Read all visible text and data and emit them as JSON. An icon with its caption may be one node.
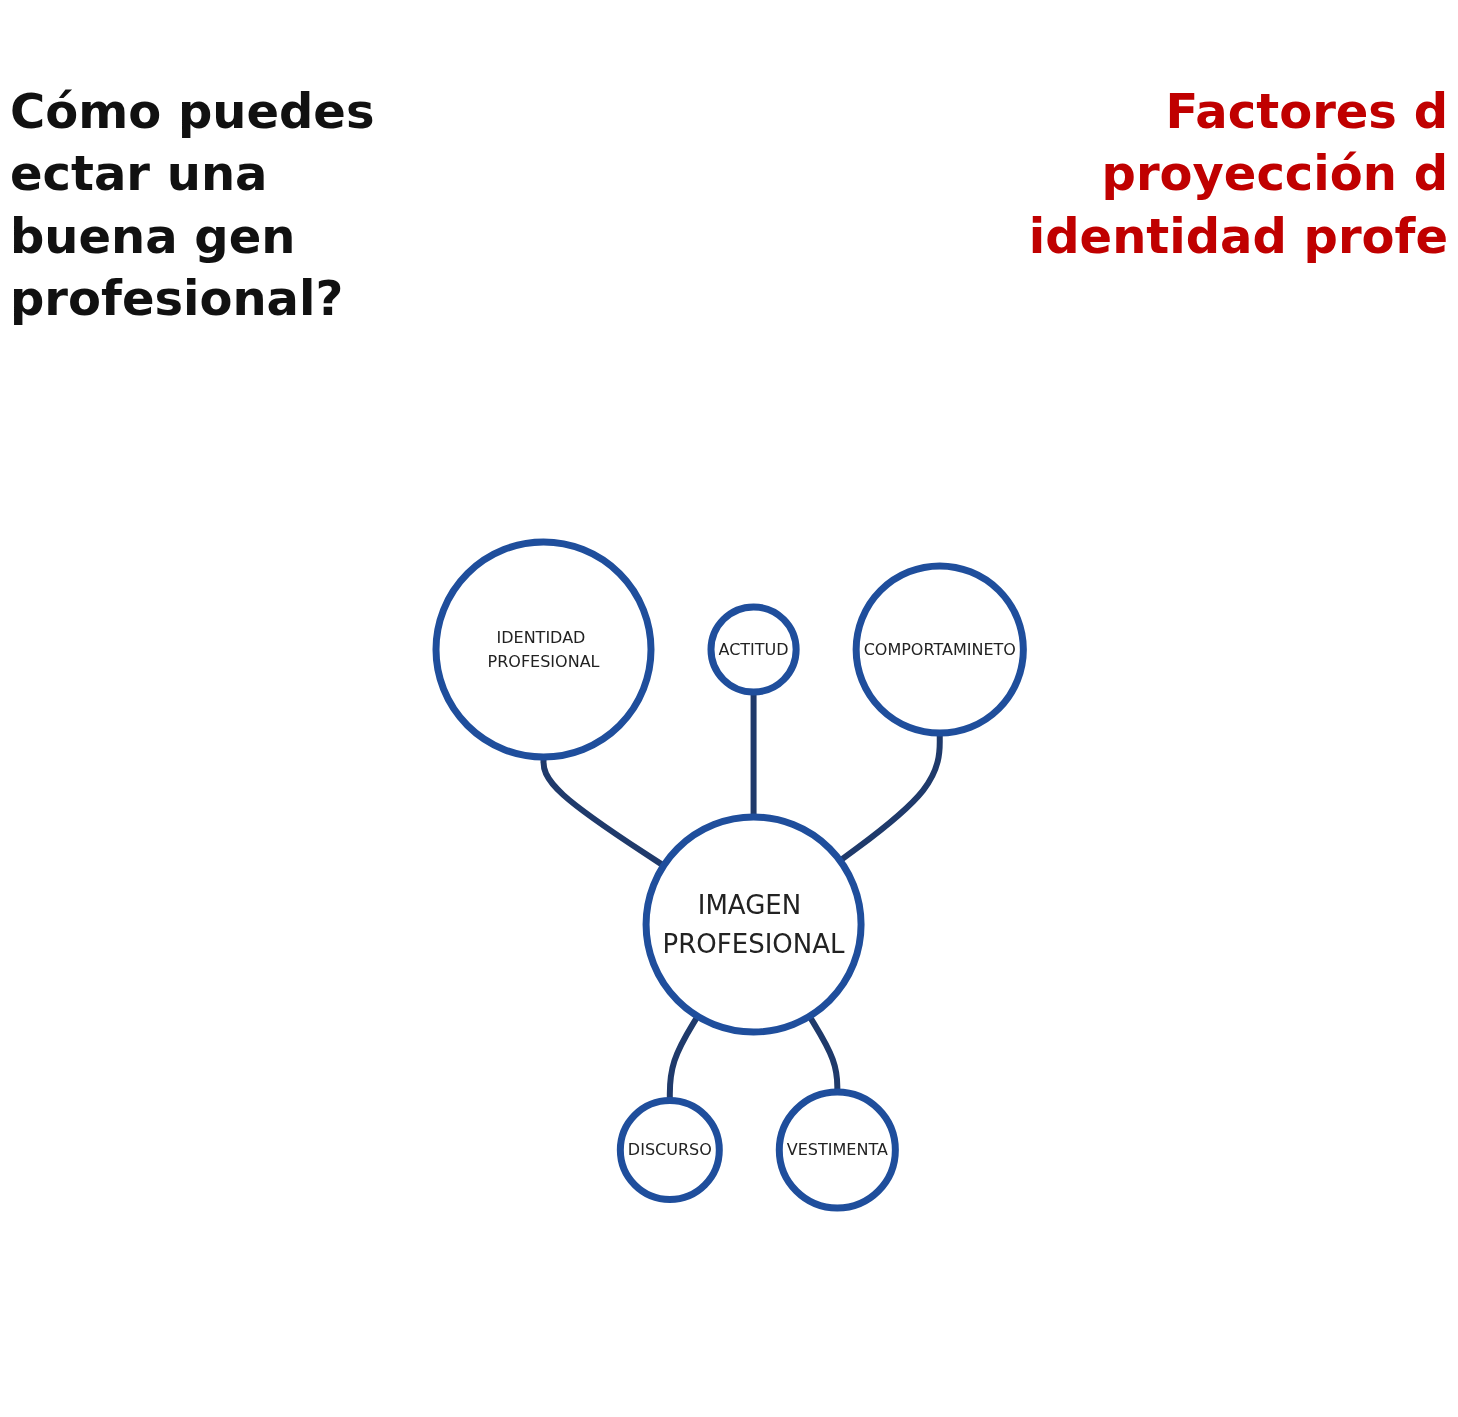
{
  "diagram": {
    "nodes": [
      {
        "text": [
          "IDENTIDAD PROFESIONAL"
        ]
      },
      {
        "text": [
          "ACTITUD"
        ]
      },
      {
        "text": [
          "COMPORTAMINETO"
        ]
      },
      {
        "text": [
          "IMAGEN PROFESIONAL"
        ]
      },
      {
        "text": [
          "DISCURSO"
        ]
      },
      {
        "text": [
          "VESTIMENTA"
        ]
      }
    ],
    "edges": [
      {
        "from": 0,
        "to": 3,
        "arrow": "none"
      },
      {
        "from": 1,
        "to": 3,
        "arrow": "none"
      },
      {
        "from": 2,
        "to": 3,
        "arrow": "none"
      },
      {
        "from": 3,
        "to": 4,
        "arrow": "none"
      },
      {
        "from": 3,
        "to": 5,
        "arrow": "none"
      }
    ],
    "labels": [
      "Cómo puedes ectar una buena gen profesional?",
      "Factores d proyección d identidad profe"
    ]
  }
}
